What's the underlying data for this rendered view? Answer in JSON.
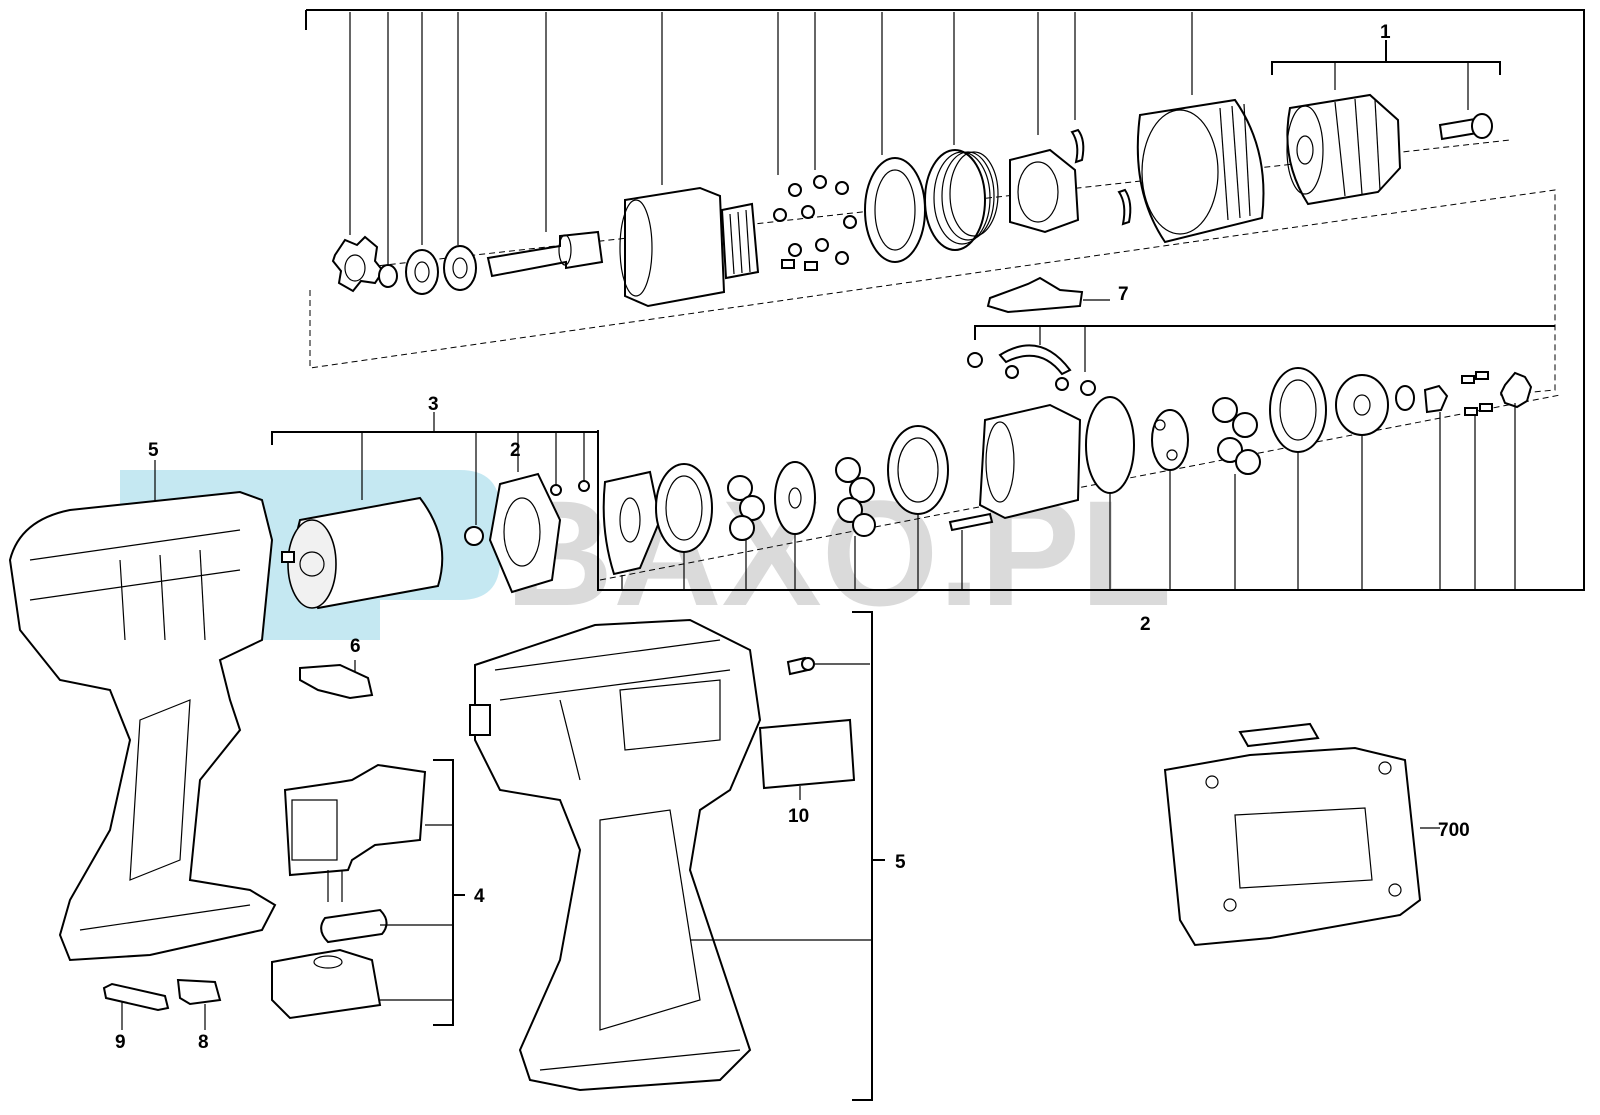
{
  "callouts": {
    "c1": "1",
    "c2_top": "2",
    "c2_bottom": "2",
    "c3": "3",
    "c4": "4",
    "c5_left": "5",
    "c5_right": "5",
    "c6": "6",
    "c7": "7",
    "c8": "8",
    "c9": "9",
    "c10": "10",
    "c700": "700"
  },
  "watermark": {
    "text": "BAXO.PL",
    "color": "#bdbdbd",
    "logo_color": "#9fd8ea"
  }
}
